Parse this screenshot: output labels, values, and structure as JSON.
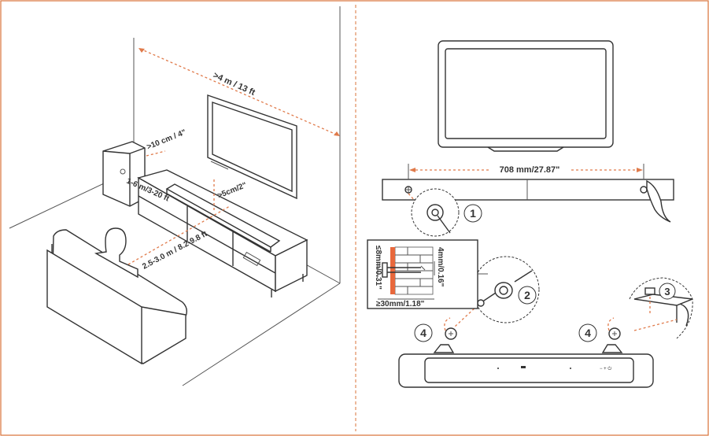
{
  "colors": {
    "border": "#d9733a",
    "dimension": "#e07a4a",
    "line": "#333333",
    "brick": "#e8683c"
  },
  "left_panel": {
    "labels": {
      "distance_back_wall": ">4 m / 13 ft",
      "sub_gap": ">10 cm / 4\"",
      "sub_distance": "1-6 m/3-20 ft",
      "bar_to_tv": ">5cm/2\"",
      "listening_distance": "2.5-3.0 m / 8.2-9.8 ft"
    }
  },
  "right_panel": {
    "labels": {
      "hole_spacing": "708 mm/27.87\"",
      "screw_dia": "≤8mm/0.31\"",
      "screw_len": "4mm/0.16\"",
      "wall_depth": "≥30mm/1.18\""
    },
    "steps": {
      "s1": "1",
      "s2": "2",
      "s3": "3",
      "s4a": "4",
      "s4b": "4"
    }
  }
}
